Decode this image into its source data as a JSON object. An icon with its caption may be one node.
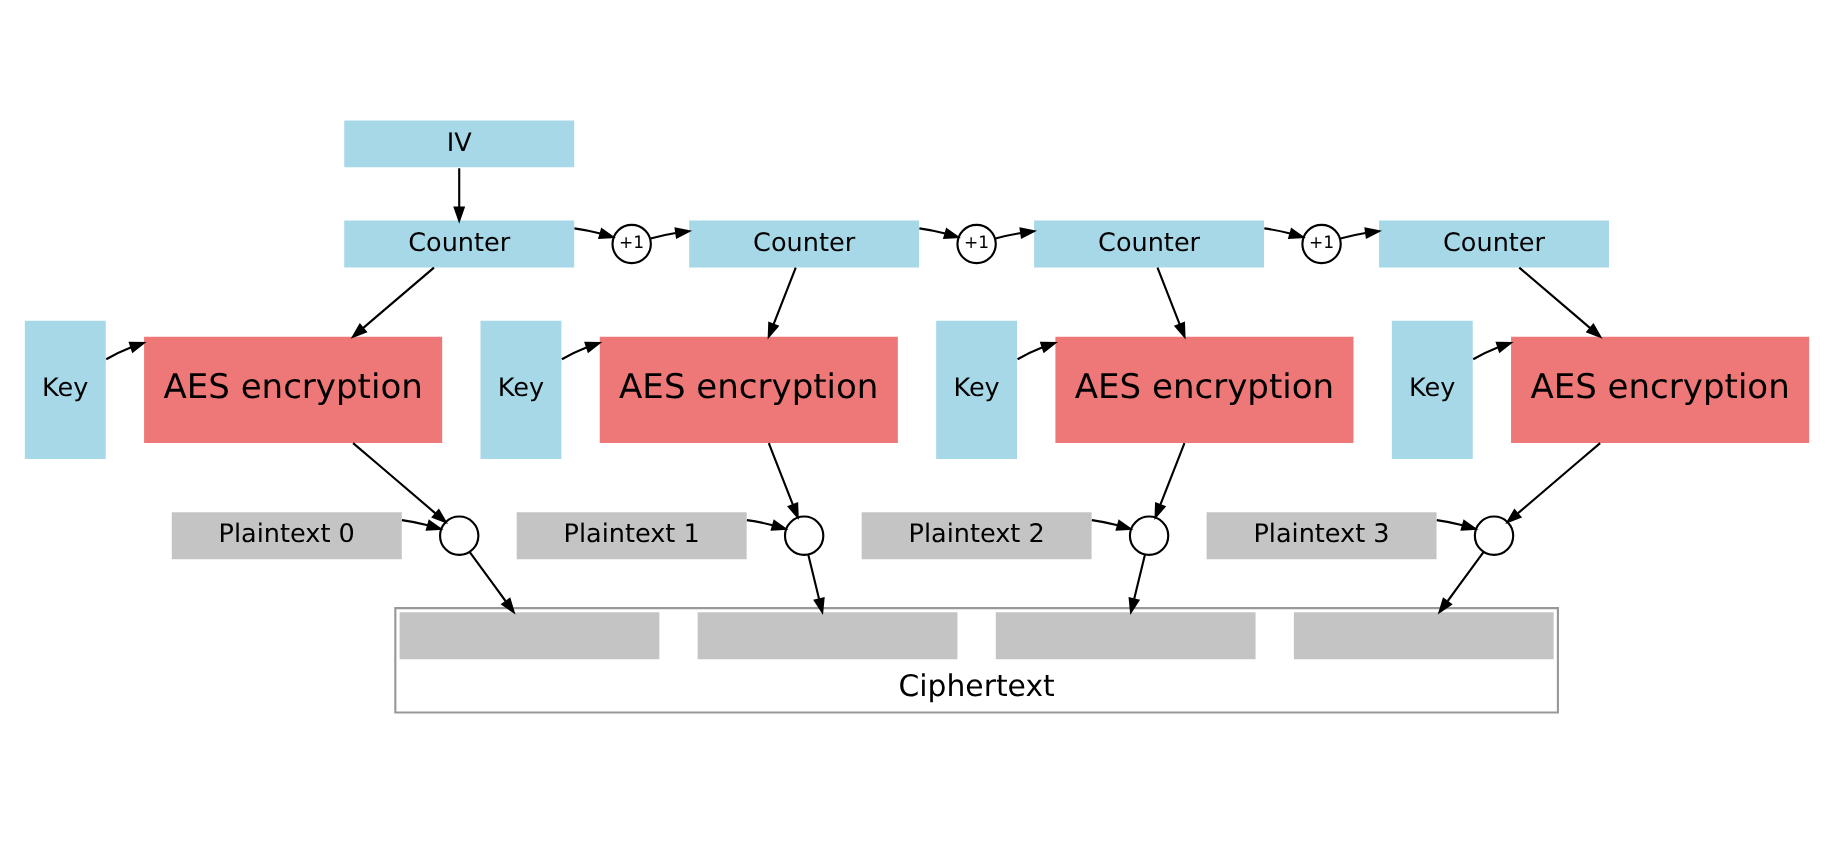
{
  "diagram": {
    "nodes": [
      {
        "text": [
          "IV"
        ]
      },
      {
        "text": [
          "Counter"
        ]
      },
      {
        "text": [
          "+1"
        ]
      },
      {
        "text": [
          "Counter"
        ]
      },
      {
        "text": [
          "+1"
        ]
      },
      {
        "text": [
          "Counter"
        ]
      },
      {
        "text": [
          "+1"
        ]
      },
      {
        "text": [
          "Counter"
        ]
      },
      {
        "text": [
          "Key"
        ]
      },
      {
        "text": [
          "AES encryption"
        ]
      },
      {
        "text": [
          "Key"
        ]
      },
      {
        "text": [
          "AES encryption"
        ]
      },
      {
        "text": [
          "Key"
        ]
      },
      {
        "text": [
          "AES encryption"
        ]
      },
      {
        "text": [
          "Key"
        ]
      },
      {
        "text": [
          "AES encryption"
        ]
      },
      {
        "text": [
          "Plaintext 0"
        ]
      },
      {
        "text": [],
        "shape": "circle"
      },
      {
        "text": [
          "Plaintext 1"
        ]
      },
      {
        "text": [],
        "shape": "circle"
      },
      {
        "text": [
          "Plaintext 2"
        ]
      },
      {
        "text": [],
        "shape": "circle"
      },
      {
        "text": [
          "Plaintext 3"
        ]
      },
      {
        "text": [],
        "shape": "circle"
      },
      {
        "text": [
          "Ciphertext"
        ]
      },
      {
        "text": [],
        "shape": "bar",
        "in": 24
      },
      {
        "text": [],
        "shape": "bar",
        "in": 24
      },
      {
        "text": [],
        "shape": "bar",
        "in": 24
      },
      {
        "text": [],
        "shape": "bar",
        "in": 24
      }
    ],
    "edges": [
      {
        "from": 0,
        "to": 1,
        "arrow": "to"
      },
      {
        "from": 1,
        "to": 2,
        "arrow": "to"
      },
      {
        "from": 2,
        "to": 3,
        "arrow": "to"
      },
      {
        "from": 3,
        "to": 4,
        "arrow": "to"
      },
      {
        "from": 4,
        "to": 5,
        "arrow": "to"
      },
      {
        "from": 5,
        "to": 6,
        "arrow": "to"
      },
      {
        "from": 6,
        "to": 7,
        "arrow": "to"
      },
      {
        "from": 1,
        "to": 9,
        "arrow": "to"
      },
      {
        "from": 3,
        "to": 11,
        "arrow": "to"
      },
      {
        "from": 5,
        "to": 13,
        "arrow": "to"
      },
      {
        "from": 7,
        "to": 15,
        "arrow": "to"
      },
      {
        "from": 8,
        "to": 9,
        "arrow": "to"
      },
      {
        "from": 10,
        "to": 11,
        "arrow": "to"
      },
      {
        "from": 12,
        "to": 13,
        "arrow": "to"
      },
      {
        "from": 14,
        "to": 15,
        "arrow": "to"
      },
      {
        "from": 9,
        "to": 17,
        "arrow": "to"
      },
      {
        "from": 11,
        "to": 19,
        "arrow": "to"
      },
      {
        "from": 13,
        "to": 21,
        "arrow": "to"
      },
      {
        "from": 15,
        "to": 23,
        "arrow": "to"
      },
      {
        "from": 16,
        "to": 17,
        "arrow": "to"
      },
      {
        "from": 18,
        "to": 19,
        "arrow": "to"
      },
      {
        "from": 20,
        "to": 21,
        "arrow": "to"
      },
      {
        "from": 22,
        "to": 23,
        "arrow": "to"
      },
      {
        "from": 17,
        "to": 25,
        "arrow": "to"
      },
      {
        "from": 19,
        "to": 26,
        "arrow": "to"
      },
      {
        "from": 21,
        "to": 27,
        "arrow": "to"
      },
      {
        "from": 23,
        "to": 28,
        "arrow": "to"
      }
    ]
  }
}
